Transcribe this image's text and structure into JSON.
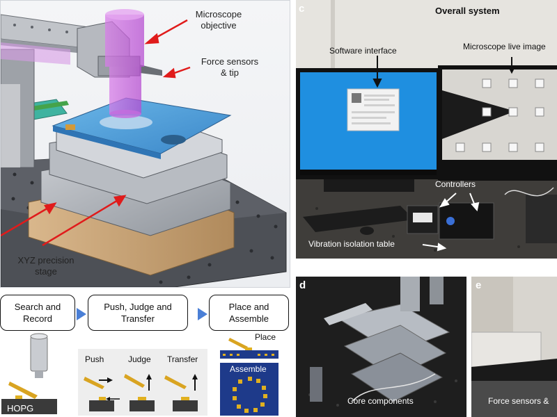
{
  "panel_a": {
    "labels": {
      "microscope": "Microscope\nobjective",
      "force": "Force sensors\n& tip",
      "xyz": "XYZ precision\nstage"
    }
  },
  "panel_b": {
    "flow": [
      {
        "label": "Search and\nRecord"
      },
      {
        "label": "Push, Judge and\nTransfer"
      },
      {
        "label": "Place and\nAssemble"
      }
    ],
    "hopg_label": "HOPG",
    "steps": {
      "push": "Push",
      "judge": "Judge",
      "transfer": "Transfer"
    },
    "place_label": "Place",
    "assemble_label": "Assemble",
    "colors": {
      "arrow": "#4a7fd6",
      "tip": "#d9a421",
      "substrate": "#1e3a8a",
      "stage_gray": "#3a3a3a"
    }
  },
  "panel_c": {
    "letter": "c",
    "title": "Overall system",
    "software_interface": "Software interface",
    "microscope_live": "Microscope live image",
    "controllers": "Controllers",
    "vibration_table": "Vibration isolation table"
  },
  "panel_d": {
    "letter": "d",
    "caption": "Core components"
  },
  "panel_e": {
    "letter": "e",
    "caption": "Force sensors &"
  }
}
